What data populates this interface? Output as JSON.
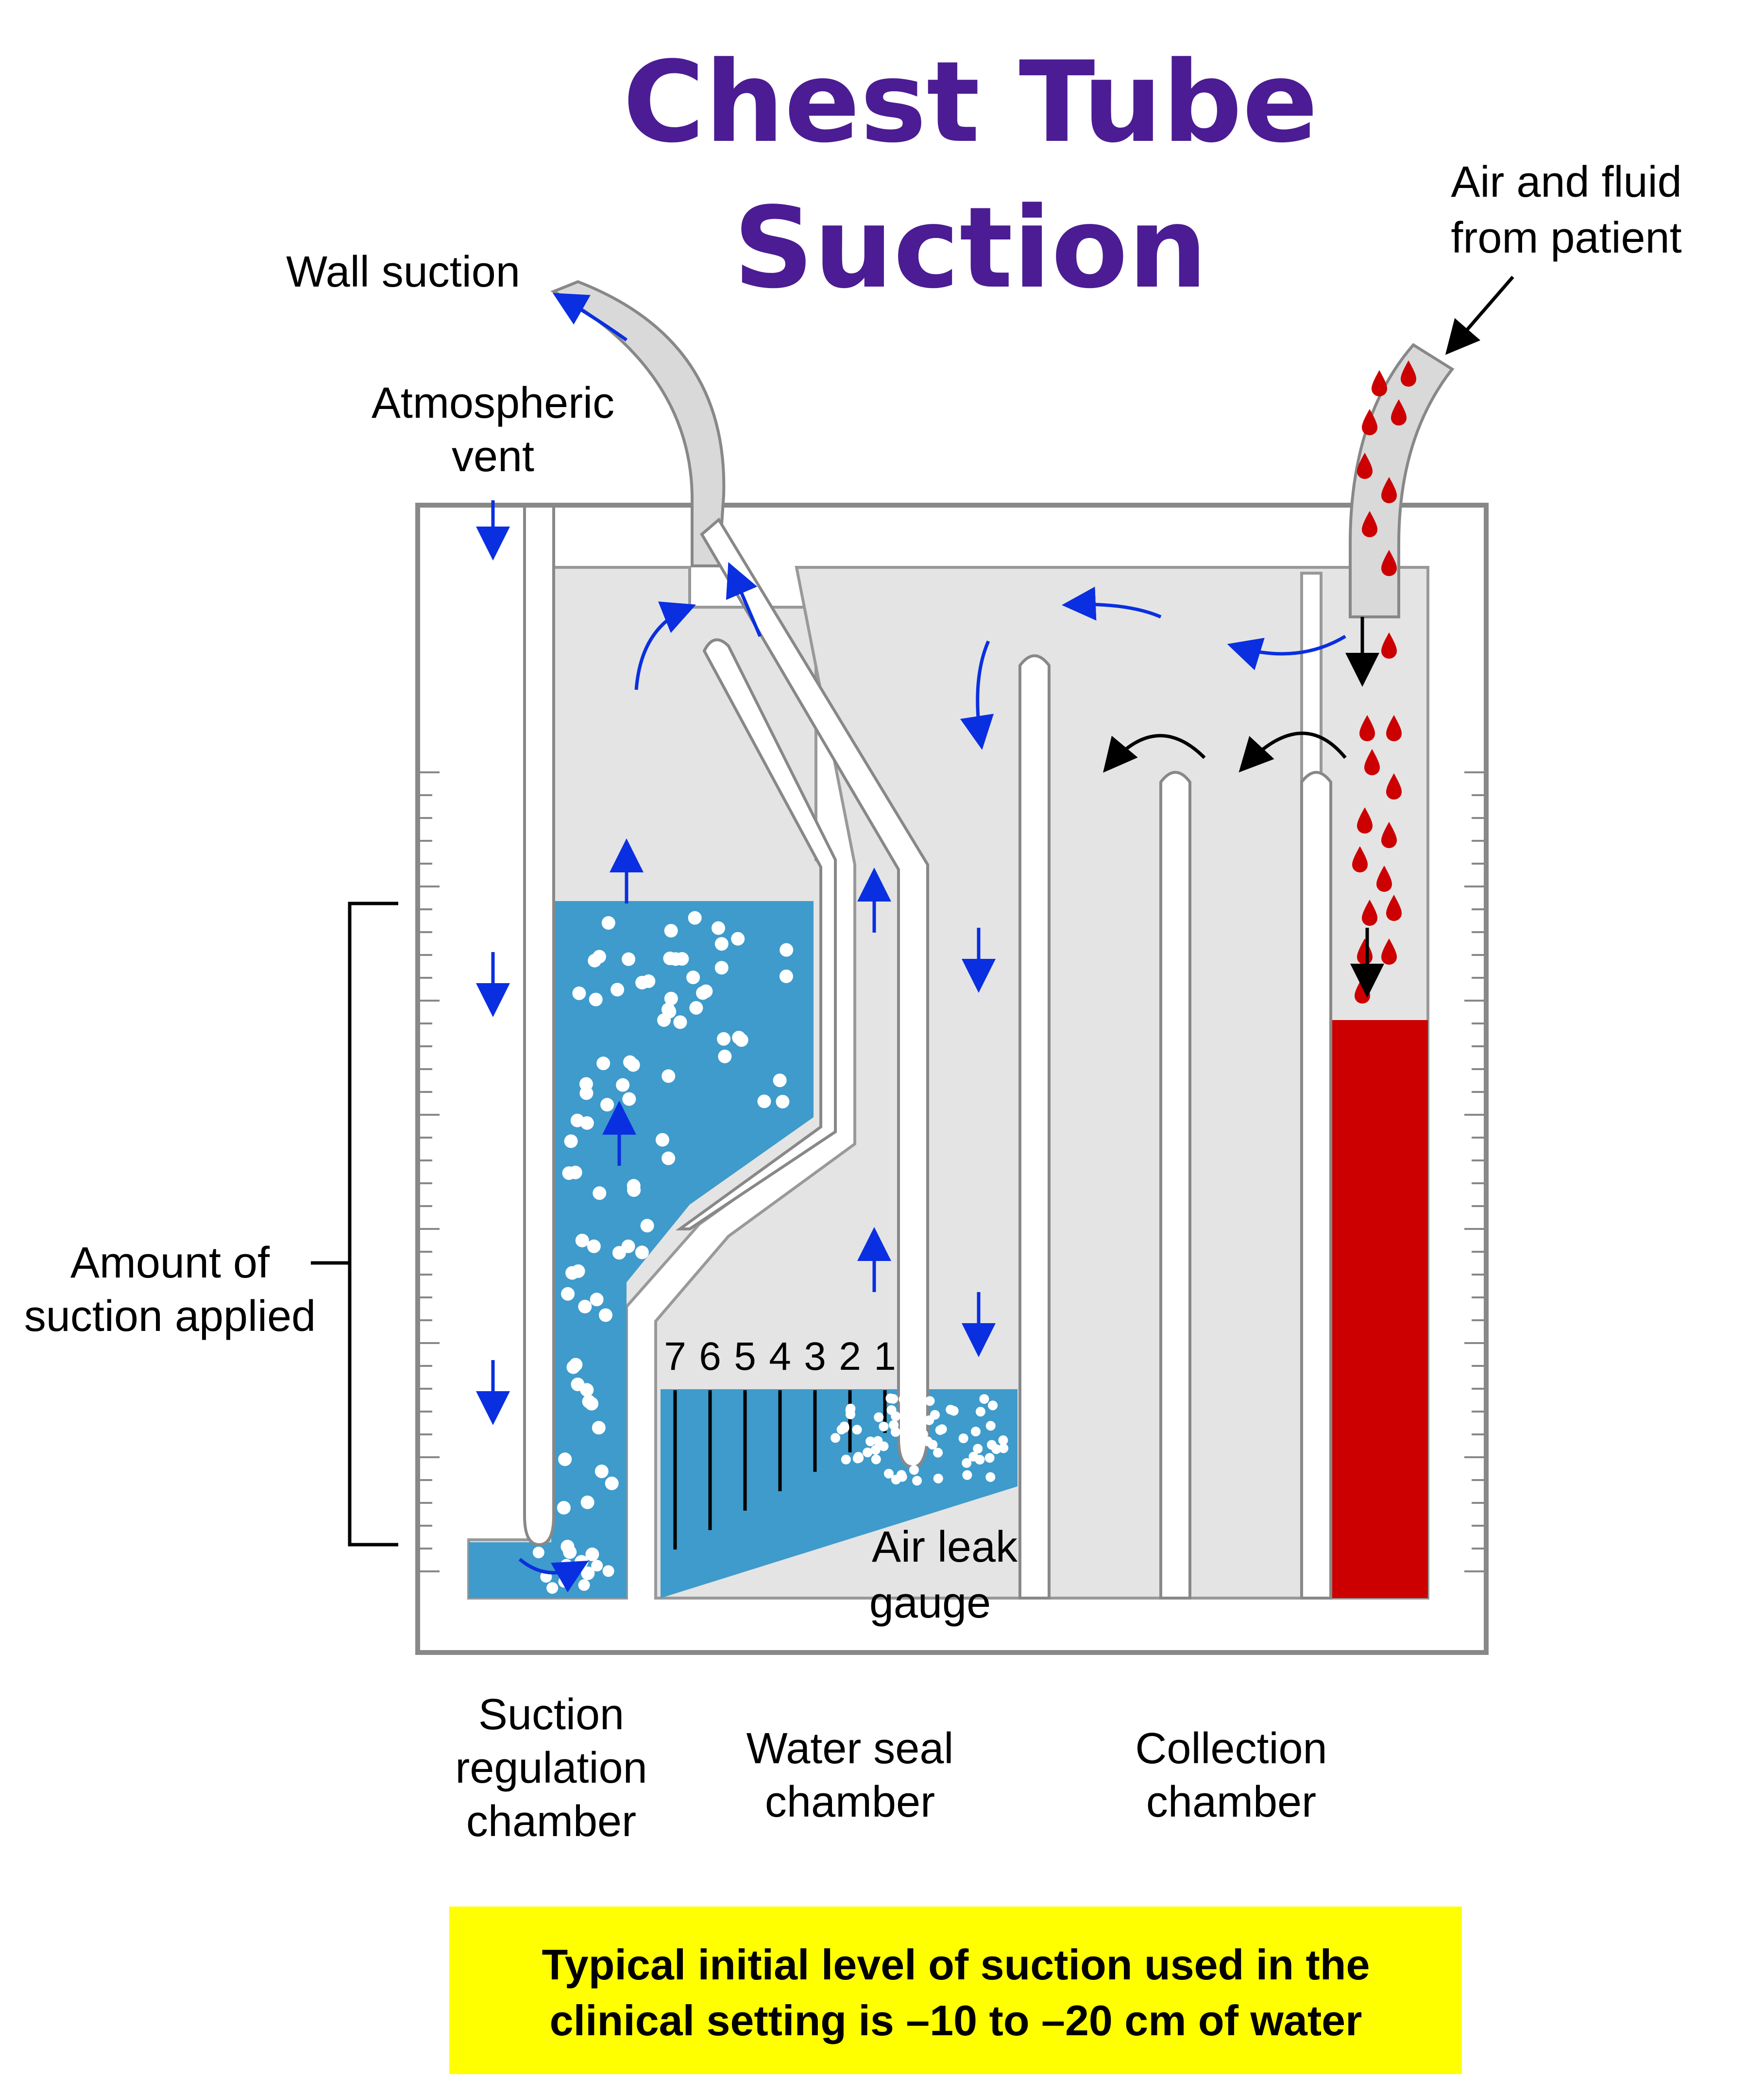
{
  "title": {
    "line1": "Chest Tube",
    "line2": "Suction"
  },
  "labels": {
    "wall_suction": "Wall suction",
    "atmospheric_vent": [
      "Atmospheric",
      "vent"
    ],
    "air_fluid": [
      "Air and fluid",
      "from patient"
    ],
    "amount_suction": [
      "Amount of",
      "suction applied"
    ],
    "air_leak_gauge": [
      "Air leak",
      "gauge"
    ],
    "suction_regulation_chamber": [
      "Suction",
      "regulation",
      "chamber"
    ],
    "water_seal_chamber": [
      "Water seal",
      "chamber"
    ],
    "collection_chamber": [
      "Collection",
      "chamber"
    ]
  },
  "gauge_numbers": [
    "7",
    "6",
    "5",
    "4",
    "3",
    "2",
    "1"
  ],
  "note": [
    "Typical initial level of suction used in the",
    "clinical setting is –10 to –20 cm of water"
  ],
  "colors": {
    "title": "#4B1C93",
    "water": "#3E9BCB",
    "fluid": "#CC0000",
    "chamber_fill": "#E4E4E4",
    "flow_arrow": "#0A2FE0",
    "note_bg": "#FFFF00"
  }
}
